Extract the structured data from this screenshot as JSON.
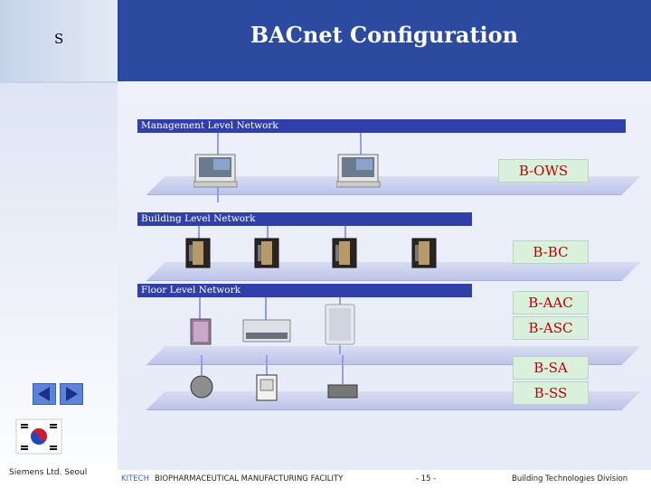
{
  "header": {
    "title": "BACnet Configuration",
    "section_letter": "S"
  },
  "networks": {
    "management": "Management Level Network",
    "building": "Building Level Network",
    "floor": "Floor Level Network"
  },
  "labels": {
    "b_ows": "B-OWS",
    "b_bc": "B-BC",
    "b_aac": "B-AAC",
    "b_asc": "B-ASC",
    "b_sa": "B-SA",
    "b_ss": "B-SS"
  },
  "footer": {
    "org": "Siemens Ltd. Seoul",
    "kitech": "KITECH",
    "facility": "BIOPHARMACEUTICAL MANUFACTURING FACILITY",
    "page": "- 15 -",
    "division": "Building Technologies Division"
  },
  "colors": {
    "header_bg": "#2b4aa0",
    "network_band": "#3040a8",
    "label_bg": "#d9f0dc",
    "label_text": "#c00000"
  }
}
